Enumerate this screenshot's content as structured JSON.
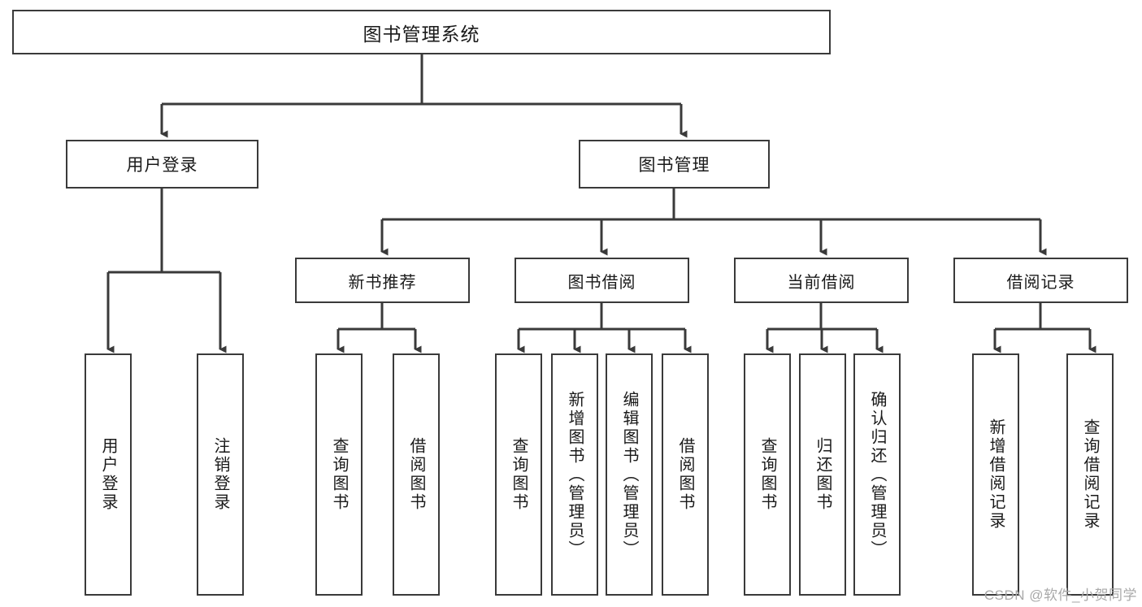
{
  "diagram": {
    "title": "图书管理系统",
    "watermark": "CSDN @软件_小贺同学",
    "stroke_color": "#3a3a3a",
    "text_color": "#1a1a1a",
    "background_color": "#ffffff"
  },
  "root": {
    "label": "图书管理系统"
  },
  "level1": [
    {
      "label": "用户登录"
    },
    {
      "label": "图书管理"
    }
  ],
  "level2": [
    {
      "label": "新书推荐"
    },
    {
      "label": "图书借阅"
    },
    {
      "label": "当前借阅"
    },
    {
      "label": "借阅记录"
    }
  ],
  "leaves": {
    "user_login": [
      {
        "label": "用户登录"
      },
      {
        "label": "注销登录"
      }
    ],
    "new_books": [
      {
        "label": "查询图书"
      },
      {
        "label": "借阅图书"
      }
    ],
    "book_borrow": [
      {
        "label": "查询图书"
      },
      {
        "label": "新增图书（管理员）"
      },
      {
        "label": "编辑图书（管理员）"
      },
      {
        "label": "借阅图书"
      }
    ],
    "current_borrow": [
      {
        "label": "查询图书"
      },
      {
        "label": "归还图书"
      },
      {
        "label": "确认归还（管理员）"
      }
    ],
    "borrow_records": [
      {
        "label": "新增借阅记录"
      },
      {
        "label": "查询借阅记录"
      }
    ]
  }
}
